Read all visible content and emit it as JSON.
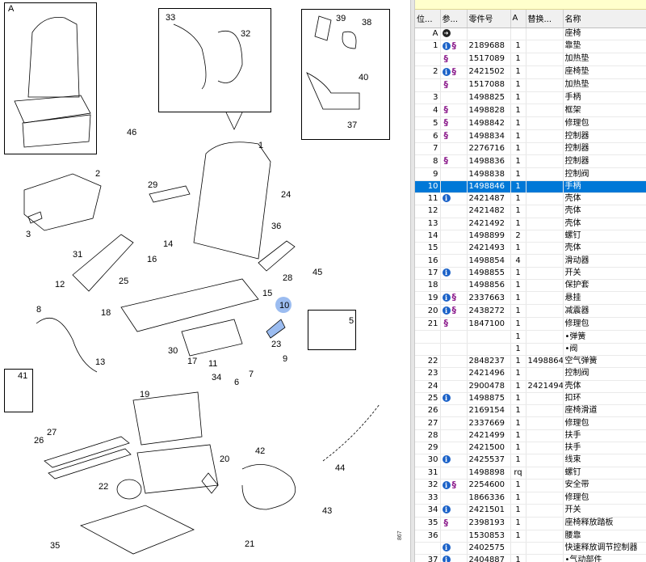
{
  "diagram": {
    "box_letter": "A",
    "image_code": "867",
    "labels": [
      "1",
      "2",
      "3",
      "5",
      "6",
      "7",
      "8",
      "9",
      "10",
      "11",
      "12",
      "13",
      "14",
      "15",
      "16",
      "17",
      "18",
      "19",
      "20",
      "21",
      "22",
      "23",
      "24",
      "25",
      "26",
      "27",
      "28",
      "29",
      "30",
      "31",
      "32",
      "33",
      "34",
      "35",
      "36",
      "37",
      "38",
      "39",
      "40",
      "41",
      "42",
      "43",
      "44",
      "45",
      "46"
    ]
  },
  "table": {
    "columns": [
      "位...",
      "参...",
      "零件号",
      "A",
      "替换...",
      "名称"
    ],
    "selected_index": 12,
    "rows": [
      {
        "pos": "A",
        "refs": [
          "arrow"
        ],
        "part": "",
        "qty": "",
        "repl": "",
        "name": "座椅"
      },
      {
        "pos": "1",
        "refs": [
          "info",
          "section"
        ],
        "part": "2189688",
        "qty": "1",
        "repl": "",
        "name": "靠垫"
      },
      {
        "pos": "",
        "refs": [
          "section"
        ],
        "part": "1517089",
        "qty": "1",
        "repl": "",
        "name": "加热垫"
      },
      {
        "pos": "2",
        "refs": [
          "info",
          "section"
        ],
        "part": "2421502",
        "qty": "1",
        "repl": "",
        "name": "座椅垫"
      },
      {
        "pos": "",
        "refs": [
          "section"
        ],
        "part": "1517088",
        "qty": "1",
        "repl": "",
        "name": "加热垫"
      },
      {
        "pos": "3",
        "refs": [],
        "part": "1498825",
        "qty": "1",
        "repl": "",
        "name": "手柄"
      },
      {
        "pos": "4",
        "refs": [
          "section"
        ],
        "part": "1498828",
        "qty": "1",
        "repl": "",
        "name": "框架"
      },
      {
        "pos": "5",
        "refs": [
          "section"
        ],
        "part": "1498842",
        "qty": "1",
        "repl": "",
        "name": "修理包"
      },
      {
        "pos": "6",
        "refs": [
          "section"
        ],
        "part": "1498834",
        "qty": "1",
        "repl": "",
        "name": "控制器"
      },
      {
        "pos": "7",
        "refs": [],
        "part": "2276716",
        "qty": "1",
        "repl": "",
        "name": "控制器"
      },
      {
        "pos": "8",
        "refs": [
          "section"
        ],
        "part": "1498836",
        "qty": "1",
        "repl": "",
        "name": "控制器"
      },
      {
        "pos": "9",
        "refs": [],
        "part": "1498838",
        "qty": "1",
        "repl": "",
        "name": "控制阀"
      },
      {
        "pos": "10",
        "refs": [],
        "part": "1498846",
        "qty": "1",
        "repl": "",
        "name": "手柄"
      },
      {
        "pos": "11",
        "refs": [
          "info"
        ],
        "part": "2421487",
        "qty": "1",
        "repl": "",
        "name": "壳体"
      },
      {
        "pos": "12",
        "refs": [],
        "part": "2421482",
        "qty": "1",
        "repl": "",
        "name": "壳体"
      },
      {
        "pos": "13",
        "refs": [],
        "part": "2421492",
        "qty": "1",
        "repl": "",
        "name": "壳体"
      },
      {
        "pos": "14",
        "refs": [],
        "part": "1498899",
        "qty": "2",
        "repl": "",
        "name": "螺钉"
      },
      {
        "pos": "15",
        "refs": [],
        "part": "2421493",
        "qty": "1",
        "repl": "",
        "name": "壳体"
      },
      {
        "pos": "16",
        "refs": [],
        "part": "1498854",
        "qty": "4",
        "repl": "",
        "name": "滑动器"
      },
      {
        "pos": "17",
        "refs": [
          "info"
        ],
        "part": "1498855",
        "qty": "1",
        "repl": "",
        "name": "开关"
      },
      {
        "pos": "18",
        "refs": [],
        "part": "1498856",
        "qty": "1",
        "repl": "",
        "name": "保护套"
      },
      {
        "pos": "19",
        "refs": [
          "info",
          "section"
        ],
        "part": "2337663",
        "qty": "1",
        "repl": "",
        "name": "悬挂"
      },
      {
        "pos": "20",
        "refs": [
          "info",
          "section"
        ],
        "part": "2438272",
        "qty": "1",
        "repl": "",
        "name": "减震器"
      },
      {
        "pos": "21",
        "refs": [
          "section"
        ],
        "part": "1847100",
        "qty": "1",
        "repl": "",
        "name": "修理包"
      },
      {
        "pos": "",
        "refs": [],
        "part": "",
        "qty": "1",
        "repl": "",
        "name": "•弹簧"
      },
      {
        "pos": "",
        "refs": [],
        "part": "",
        "qty": "1",
        "repl": "",
        "name": "•阀"
      },
      {
        "pos": "22",
        "refs": [],
        "part": "2848237",
        "qty": "1",
        "repl": "1498864",
        "name": "空气弹簧"
      },
      {
        "pos": "23",
        "refs": [],
        "part": "2421496",
        "qty": "1",
        "repl": "",
        "name": "控制阀"
      },
      {
        "pos": "24",
        "refs": [],
        "part": "2900478",
        "qty": "1",
        "repl": "2421494",
        "name": "壳体"
      },
      {
        "pos": "25",
        "refs": [
          "info"
        ],
        "part": "1498875",
        "qty": "1",
        "repl": "",
        "name": "扣环"
      },
      {
        "pos": "26",
        "refs": [],
        "part": "2169154",
        "qty": "1",
        "repl": "",
        "name": "座椅滑道"
      },
      {
        "pos": "27",
        "refs": [],
        "part": "2337669",
        "qty": "1",
        "repl": "",
        "name": "修理包"
      },
      {
        "pos": "28",
        "refs": [],
        "part": "2421499",
        "qty": "1",
        "repl": "",
        "name": "扶手"
      },
      {
        "pos": "29",
        "refs": [],
        "part": "2421500",
        "qty": "1",
        "repl": "",
        "name": "扶手"
      },
      {
        "pos": "30",
        "refs": [
          "info"
        ],
        "part": "2425537",
        "qty": "1",
        "repl": "",
        "name": "线束"
      },
      {
        "pos": "31",
        "refs": [],
        "part": "1498898",
        "qty": "rq",
        "repl": "",
        "name": "螺钉"
      },
      {
        "pos": "32",
        "refs": [
          "info",
          "section"
        ],
        "part": "2254600",
        "qty": "1",
        "repl": "",
        "name": "安全带"
      },
      {
        "pos": "33",
        "refs": [],
        "part": "1866336",
        "qty": "1",
        "repl": "",
        "name": "修理包"
      },
      {
        "pos": "34",
        "refs": [
          "info"
        ],
        "part": "2421501",
        "qty": "1",
        "repl": "",
        "name": "开关"
      },
      {
        "pos": "35",
        "refs": [
          "section"
        ],
        "part": "2398193",
        "qty": "1",
        "repl": "",
        "name": "座椅释放踏板"
      },
      {
        "pos": "36",
        "refs": [],
        "part": "1530853",
        "qty": "1",
        "repl": "",
        "name": "腰靠"
      },
      {
        "pos": "",
        "refs": [
          "info"
        ],
        "part": "2402575",
        "qty": "",
        "repl": "",
        "name": "快速释放调节控制器"
      },
      {
        "pos": "37",
        "refs": [
          "info"
        ],
        "part": "2404887",
        "qty": "1",
        "repl": "",
        "name": "•气动部件"
      }
    ]
  },
  "colors": {
    "selected": "#0078d7",
    "info_icon": "#1b62c8",
    "section_icon": "#8b1a8b",
    "header_yellow": "#ffffcc",
    "highlight_callout": "#9bbcf0"
  }
}
